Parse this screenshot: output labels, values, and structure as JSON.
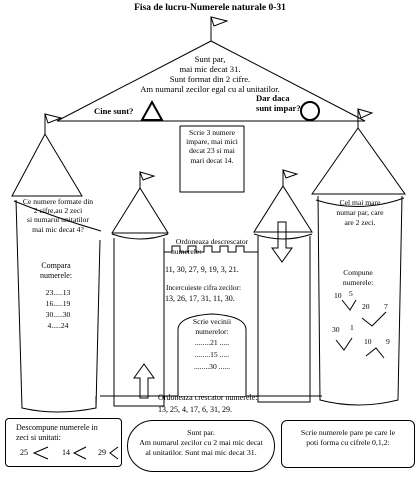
{
  "title": "Fisa de lucru-Numerele naturale 0-31",
  "roof": {
    "clue_lines": [
      "Sunt par,",
      "mai mic decat 31.",
      "Sunt format din 2 cifre.",
      "Am numarul zecilor egal cu al unitatilor."
    ],
    "question_left": "Cine sunt?",
    "question_right_lines": [
      "Dar daca",
      "sunt impar?"
    ]
  },
  "center_top_task_lines": [
    "Scrie 3 numere",
    "impare, mai mici",
    "decat 23 si mai",
    "mari decat 14."
  ],
  "left_tower": {
    "question_lines": [
      "Ce numere formate din",
      "2 cifre,au 2 zeci",
      "si numarul unitatilor",
      "mai mic decat 4?"
    ],
    "compare_title_lines": [
      "Compara",
      "numerele:"
    ],
    "compare_items": [
      "23.....13",
      "16.....19",
      "30.....30",
      "4.....24"
    ]
  },
  "right_tower": {
    "question_lines": [
      "Cel mai mare",
      "numar par, care",
      "are 2 zeci."
    ],
    "compose_title_lines": [
      "Compune",
      "numerele:"
    ],
    "compose_numbers": [
      "10",
      "5",
      "20",
      "7",
      "30",
      "1",
      "10",
      "9"
    ]
  },
  "center": {
    "order_desc_title_lines": [
      "Ordoneaza descrescator",
      "numerele:"
    ],
    "order_desc_numbers": "11, 30, 27, 9, 19, 3, 21.",
    "circle_digit_title": "Incercuieste cifra zecilor:",
    "circle_digit_numbers": "13, 26, 17, 31, 11, 30.",
    "neighbors_title_lines": [
      "Scrie vecinii",
      "numerelor:"
    ],
    "neighbors_items": [
      "........21 .....",
      "........15 .....",
      "........30 ......"
    ],
    "order_asc_title": "Ordoneaza crescator numerele:",
    "order_asc_numbers": "13, 25, 4, 17, 6, 31, 29."
  },
  "bottom": {
    "decompose_title_lines": [
      "Descompune numerele in",
      "zeci si unitati:"
    ],
    "decompose_numbers": [
      "25",
      "14",
      "29"
    ],
    "middle_lines": [
      "Sunt par.",
      "Am numarul zecilor cu 2 mai mic decat",
      "al unitatilor. Sunt mai mic decat 31."
    ],
    "right_lines": [
      "Scrie numerele pare pe care le",
      "poti forma cu cifrele 0,1,2:"
    ]
  }
}
